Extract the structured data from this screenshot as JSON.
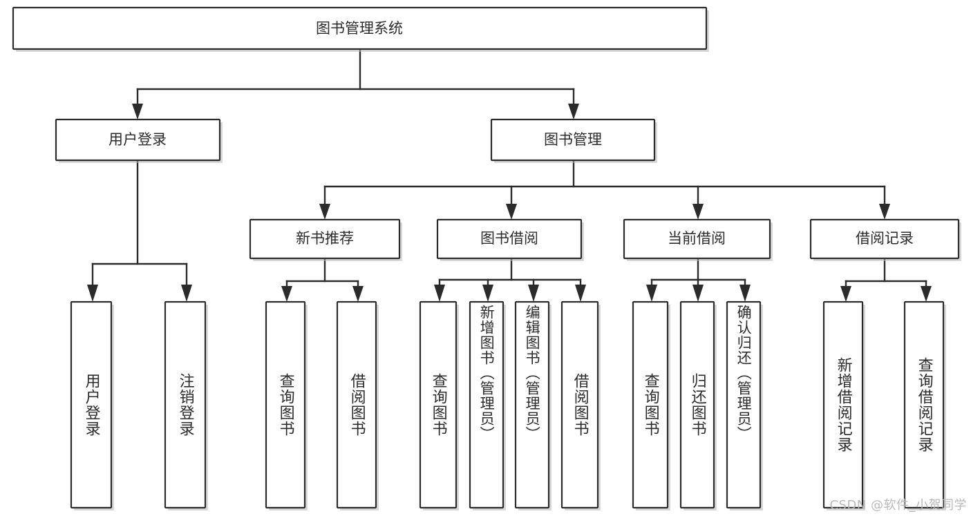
{
  "diagram": {
    "title": "图书管理系统",
    "watermark": "CSDN @软件_小贺同学",
    "colors": {
      "box_fill": "#ffffff",
      "box_stroke": "#2b2b2b",
      "connector": "#2b2b2b",
      "text": "#2b2b2b",
      "watermark": "#b9b9b9",
      "background": "#ffffff"
    },
    "root": {
      "label": "图书管理系统"
    },
    "level2": [
      {
        "label": "用户登录"
      },
      {
        "label": "图书管理"
      }
    ],
    "level3": [
      {
        "label": "新书推荐"
      },
      {
        "label": "图书借阅"
      },
      {
        "label": "当前借阅"
      },
      {
        "label": "借阅记录"
      }
    ],
    "leaves": {
      "user_login": [
        {
          "label": "用户登录"
        },
        {
          "label": "注销登录"
        }
      ],
      "new_book_recommend": [
        {
          "label": "查询图书"
        },
        {
          "label": "借阅图书"
        }
      ],
      "book_borrow": [
        {
          "label": "查询图书"
        },
        {
          "label": "新增图书（管理员）"
        },
        {
          "label": "编辑图书（管理员）"
        },
        {
          "label": "借阅图书"
        }
      ],
      "current_borrow": [
        {
          "label": "查询图书"
        },
        {
          "label": "归还图书"
        },
        {
          "label": "确认归还（管理员）"
        }
      ],
      "borrow_record": [
        {
          "label": "新增借阅记录"
        },
        {
          "label": "查询借阅记录"
        }
      ]
    }
  }
}
